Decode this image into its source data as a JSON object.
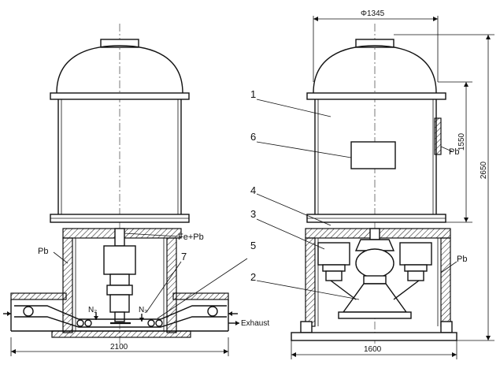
{
  "left_view": {
    "label_fe_pb": "Fe+Pb",
    "label_pb": "Pb",
    "label_7": "7",
    "label_5": "5",
    "label_n2_left": "N₂",
    "label_n2_right": "N₂",
    "label_exhaust": "Exhaust",
    "dim_width": "2100"
  },
  "right_view": {
    "label_1": "1",
    "label_2": "2",
    "label_3": "3",
    "label_4": "4",
    "label_6": "6",
    "label_pb_top": "Pb",
    "label_pb_side": "Pb",
    "dim_diameter": "Φ1345",
    "dim_1550": "1550",
    "dim_2650": "2650",
    "dim_width": "1600"
  }
}
